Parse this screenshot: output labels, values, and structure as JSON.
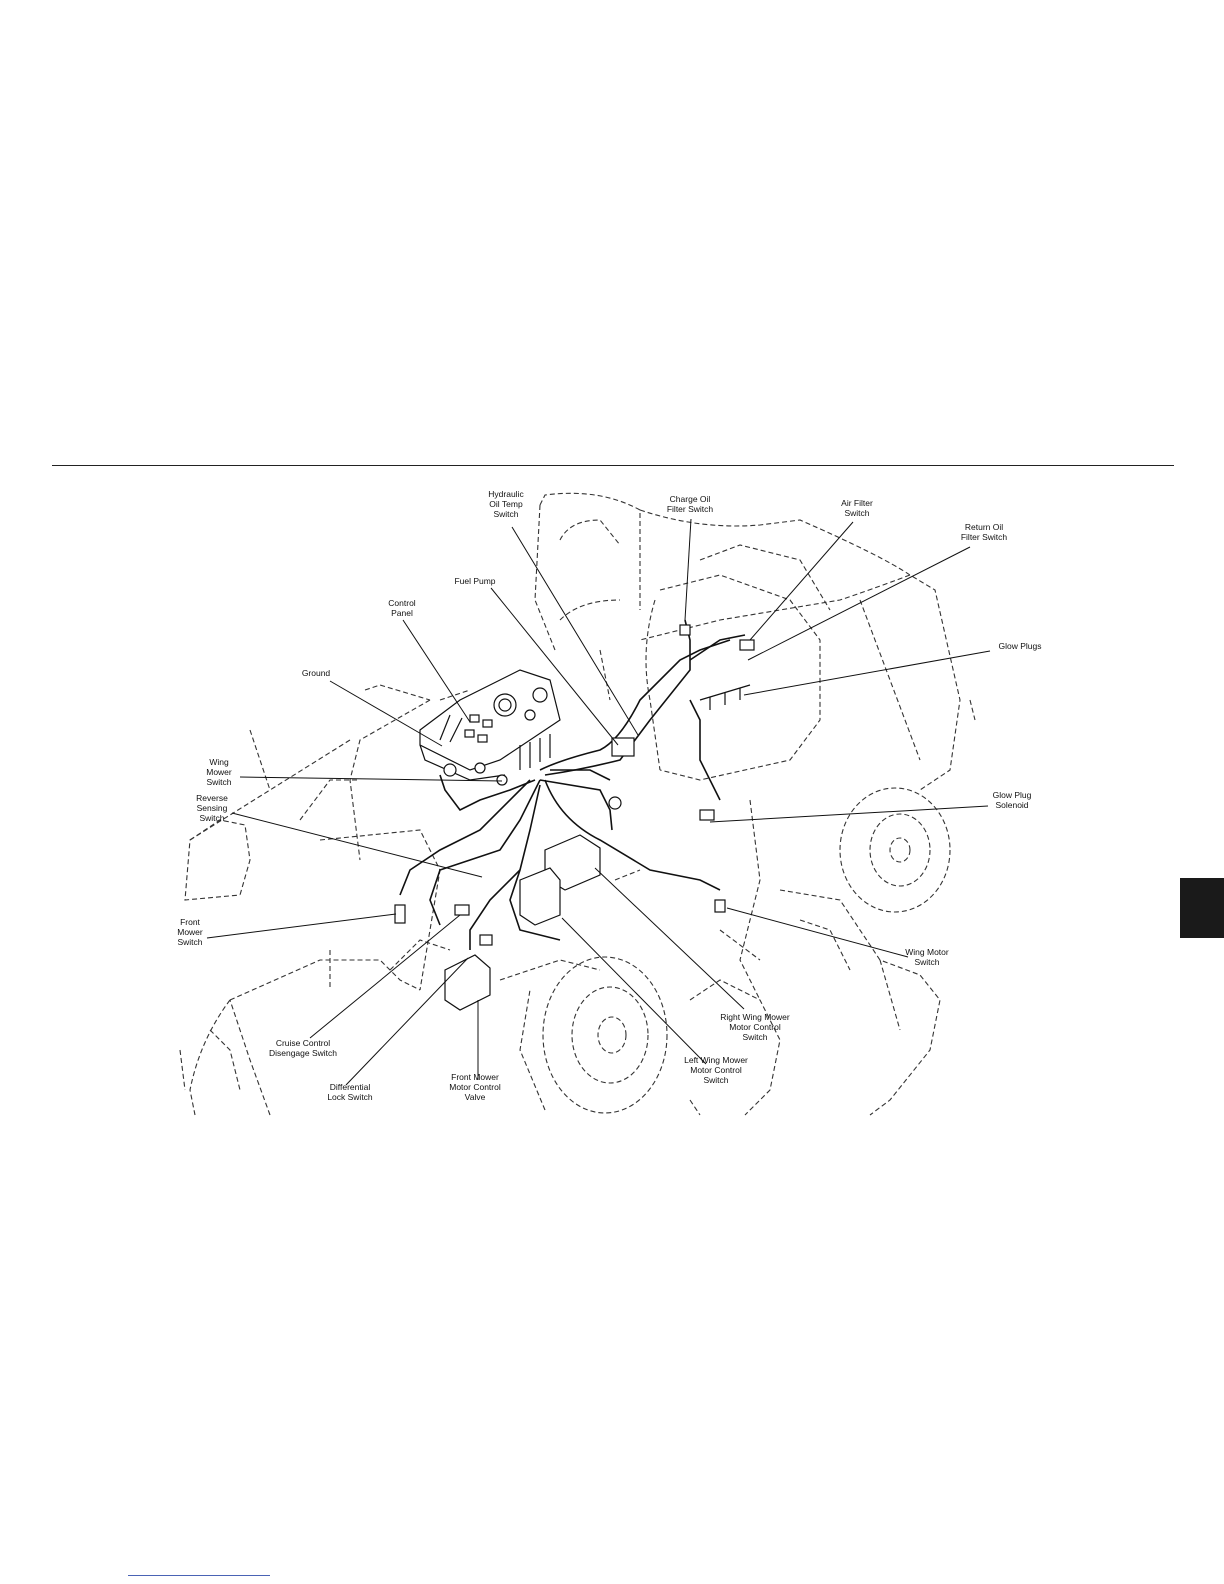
{
  "figure": {
    "callouts": [
      {
        "id": "hydraulic-oil-temp-switch",
        "lines": [
          "Hydraulic",
          "Oil Temp",
          "Switch"
        ]
      },
      {
        "id": "charge-oil-filter-switch",
        "lines": [
          "Charge Oil",
          "Filter Switch"
        ]
      },
      {
        "id": "air-filter-switch",
        "lines": [
          "Air Filter",
          "Switch"
        ]
      },
      {
        "id": "return-oil-filter-switch",
        "lines": [
          "Return Oil",
          "Filter Switch"
        ]
      },
      {
        "id": "fuel-pump",
        "lines": [
          "Fuel Pump"
        ]
      },
      {
        "id": "control-panel",
        "lines": [
          "Control",
          "Panel"
        ]
      },
      {
        "id": "glow-plugs",
        "lines": [
          "Glow Plugs"
        ]
      },
      {
        "id": "ground",
        "lines": [
          "Ground"
        ]
      },
      {
        "id": "wing-mower-switch",
        "lines": [
          "Wing",
          "Mower",
          "Switch"
        ]
      },
      {
        "id": "reverse-sensing-switch",
        "lines": [
          "Reverse",
          "Sensing",
          "Switch"
        ]
      },
      {
        "id": "glow-plug-solenoid",
        "lines": [
          "Glow Plug",
          "Solenoid"
        ]
      },
      {
        "id": "front-mower-switch",
        "lines": [
          "Front",
          "Mower",
          "Switch"
        ]
      },
      {
        "id": "wing-motor-switch",
        "lines": [
          "Wing Motor",
          "Switch"
        ]
      },
      {
        "id": "right-wing-mower-motor-control-switch",
        "lines": [
          "Right Wing Mower",
          "Motor Control",
          "Switch"
        ]
      },
      {
        "id": "cruise-control-disengage-switch",
        "lines": [
          "Cruise Control",
          "Disengage Switch"
        ]
      },
      {
        "id": "left-wing-mower-motor-control-switch",
        "lines": [
          "Left Wing Mower",
          "Motor Control",
          "Switch"
        ]
      },
      {
        "id": "differential-lock-switch",
        "lines": [
          "Differential",
          "Lock Switch"
        ]
      },
      {
        "id": "front-mower-motor-control-valve",
        "lines": [
          "Front Mower",
          "Motor Control",
          "Valve"
        ]
      }
    ]
  },
  "colors": {
    "ink": "#111111",
    "rule": "#222222",
    "tab": "#1a1a1a",
    "link": "#4a63b5"
  }
}
